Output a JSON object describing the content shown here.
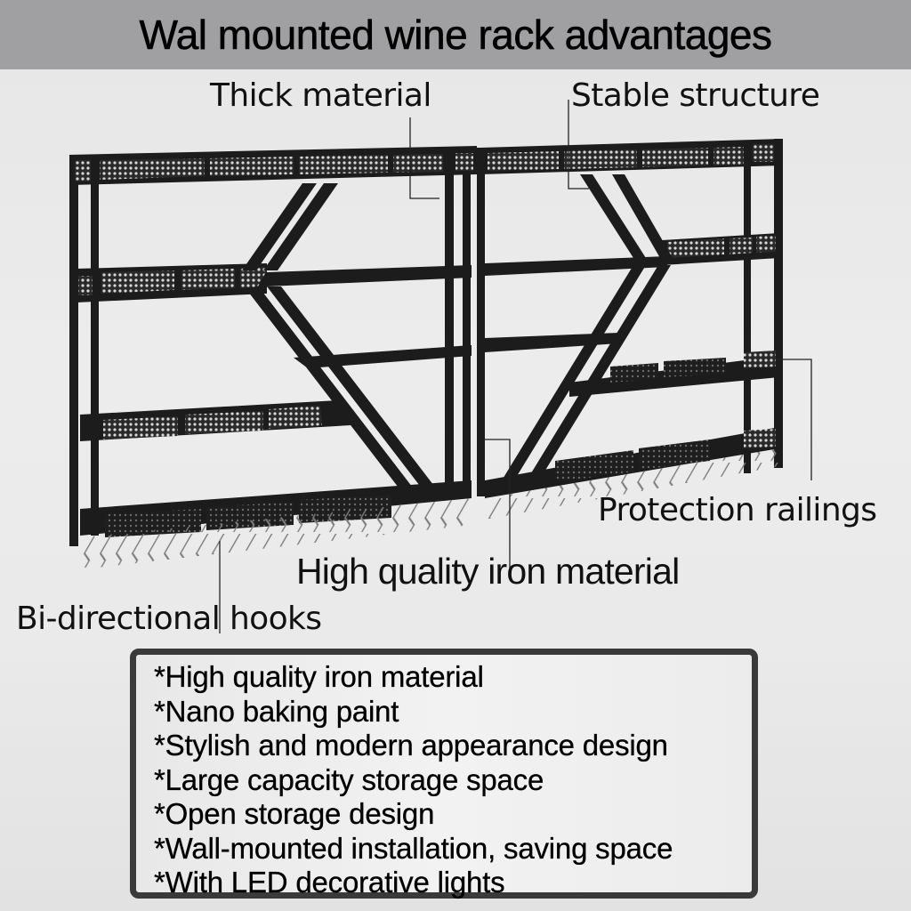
{
  "banner": {
    "title": "Wal mounted wine rack advantages",
    "background": "#a0a0a2"
  },
  "callouts": {
    "thick_material": "Thick material",
    "stable_structure": "Stable structure",
    "protection_railings": "Protection railings",
    "iron_material": "High quality iron material",
    "hooks": "Bi-directional hooks"
  },
  "features": {
    "items": [
      "*High quality iron material",
      "*Nano baking paint",
      "*Stylish and modern appearance design",
      "*Large capacity storage space",
      "*Open storage design",
      "*Wall-mounted installation, saving space",
      "*With LED decorative lights"
    ],
    "border_color": "#3a3a3a"
  },
  "product": {
    "name": "wall-mounted-wine-rack",
    "frame_color": "#1c1c1c",
    "hook_color": "#8a8a8a"
  }
}
